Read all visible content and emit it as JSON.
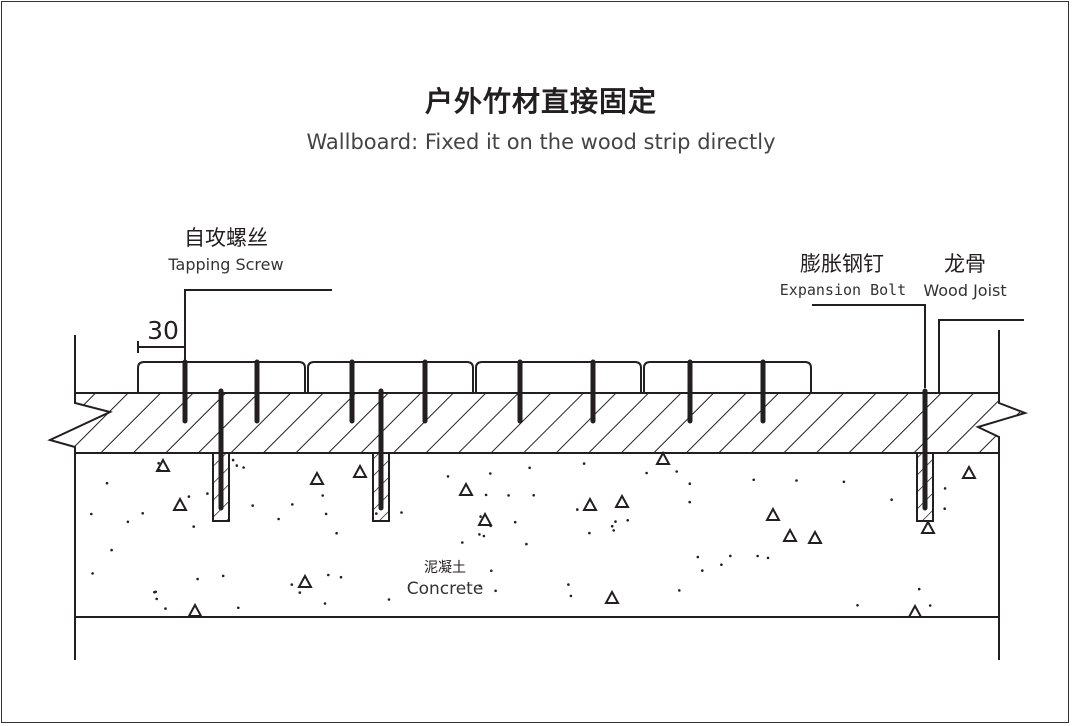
{
  "title": "户外竹材直接固定",
  "subtitle": "Wallboard: Fixed it on the wood strip directly",
  "labels": {
    "tapping_screw": {
      "cn": "自攻螺丝",
      "en": "Tapping Screw"
    },
    "expansion_bolt": {
      "cn": "膨胀钢钉",
      "en": "Expansion Bolt"
    },
    "wood_joist": {
      "cn": "龙骨",
      "en": "Wood Joist"
    },
    "concrete": {
      "cn": "泥凝土",
      "en": "Concrete"
    }
  },
  "dimension": "30",
  "colors": {
    "line": "#231f20",
    "background": "#ffffff"
  }
}
